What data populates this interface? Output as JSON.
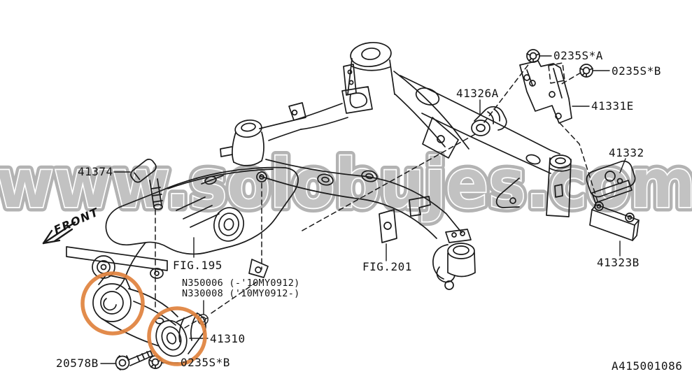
{
  "watermark": {
    "text": "www.solobujes.com"
  },
  "colors": {
    "line": "#1a1a1a",
    "highlight": "#E0823D",
    "watermark_fill": "#b5b5b5",
    "watermark_stroke": "#a3a3a3"
  },
  "diagram": {
    "front_indicator": "FRONT",
    "doc_number": "A415001086",
    "labels": {
      "nut_top_a": "0235S*A",
      "nut_top_b": "0235S*B",
      "bushing_member": "41326A",
      "bracket_right": "41331E",
      "stay": "41332",
      "damper": "41323B",
      "bolt_diff": "41374",
      "fig_diff": "FIG.195",
      "fig_member": "FIG.201",
      "nut_code_old": "N350006 (-'10MY0912)",
      "nut_code_new": "N330008 ('10MY0912-)",
      "bushing_link": "41310",
      "bolt_link": "20578B",
      "nut_bottom_b": "0235S*B"
    }
  }
}
